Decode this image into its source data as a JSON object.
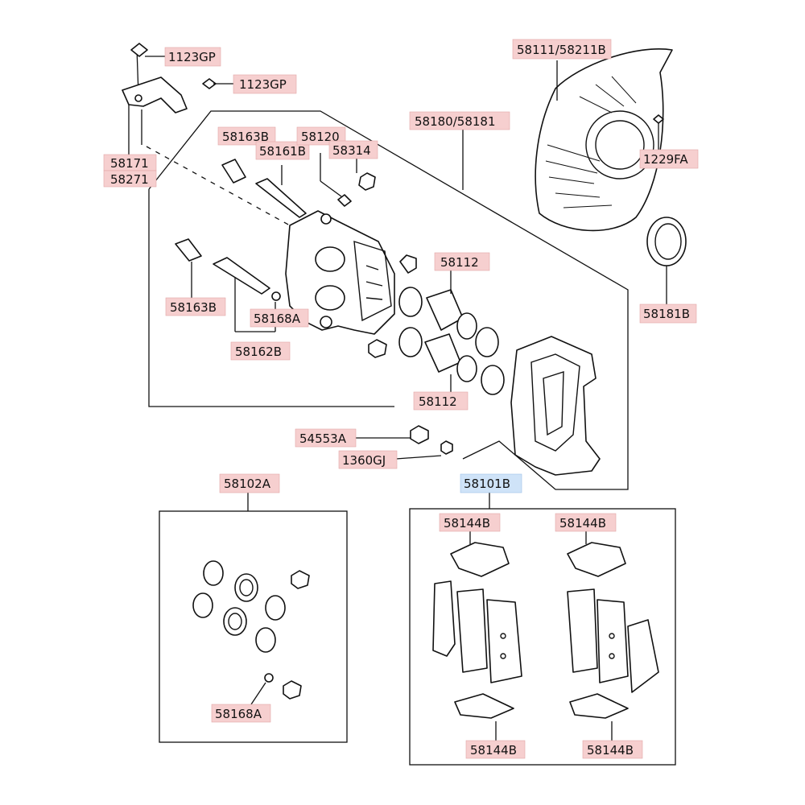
{
  "labels": {
    "p1123gp_a": "1123GP",
    "p1123gp_b": "1123GP",
    "p58171": "58171",
    "p58271": "58271",
    "p58111": "58111/58211B",
    "p58180": "58180/58181",
    "p58163b_top": "58163B",
    "p58161b": "58161B",
    "p58120": "58120",
    "p58314": "58314",
    "p1229fa": "1229FA",
    "p58181b": "58181B",
    "p58112_top": "58112",
    "p58163b_left": "58163B",
    "p58168a": "58168A",
    "p58162b": "58162B",
    "p58112_bot": "58112",
    "p54553a": "54553A",
    "p1360gj": "1360GJ",
    "p58102a": "58102A",
    "p58101b": "58101B",
    "p58144b_1": "58144B",
    "p58144b_2": "58144B",
    "p58168a_kit": "58168A",
    "p58144b_3": "58144B",
    "p58144b_4": "58144B"
  },
  "colors": {
    "label_bg": "#f6cfcf",
    "selected_label_bg": "#cfe3f8",
    "line": "#111111"
  }
}
